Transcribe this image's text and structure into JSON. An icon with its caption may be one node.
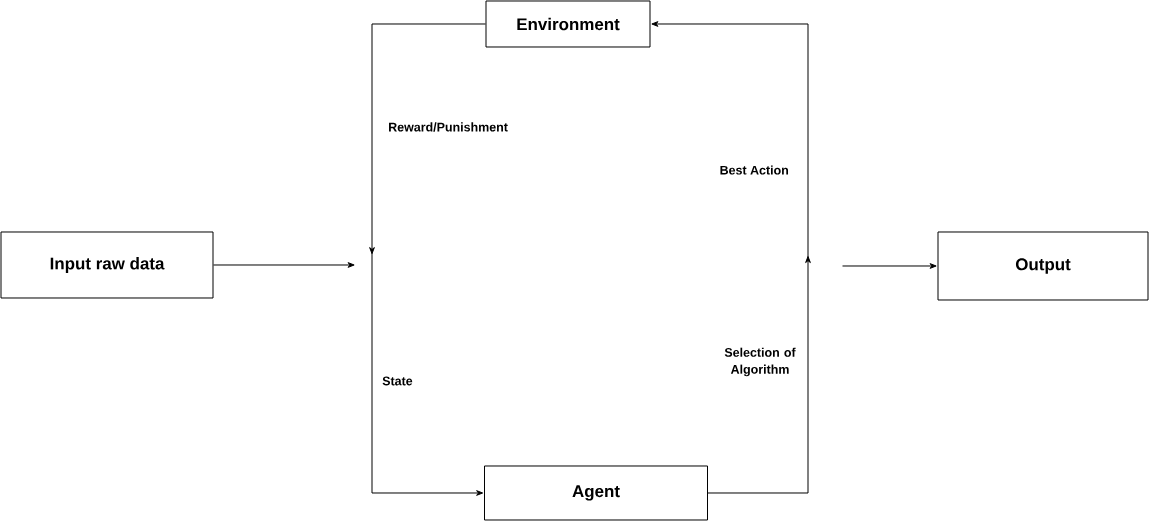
{
  "diagram": {
    "nodes": [
      {
        "text": [
          "Input raw data"
        ]
      },
      {
        "text": [
          "Environment"
        ]
      },
      {
        "text": [
          "Agent"
        ]
      },
      {
        "text": [
          "Output"
        ]
      }
    ],
    "edges": [
      {
        "from": 0,
        "to": null,
        "arrow": "to"
      },
      {
        "from": 1,
        "to": 2,
        "arrow": "to"
      },
      {
        "from": 2,
        "to": 1,
        "arrow": "to"
      },
      {
        "from": null,
        "to": 3,
        "arrow": "to"
      }
    ],
    "labels": [
      "Reward/Punishment",
      "Best Action",
      "Selection of Algorithm",
      "State"
    ]
  }
}
